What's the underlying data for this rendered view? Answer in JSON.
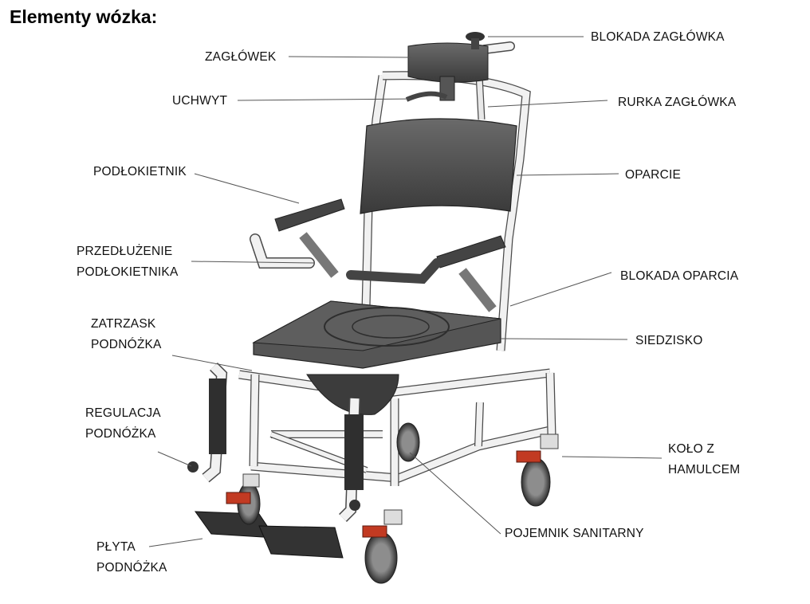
{
  "title": "Elementy wózka:",
  "labels": {
    "headrest": "ZAGŁÓWEK",
    "headrest_lock": "BLOKADA ZAGŁÓWKA",
    "handle": "UCHWYT",
    "headrest_tube": "RURKA ZAGŁÓWKA",
    "armrest": "PODŁOKIETNIK",
    "backrest": "OPARCIE",
    "armrest_ext_1": "PRZEDŁUŻENIE",
    "armrest_ext_2": "PODŁOKIETNIKA",
    "backrest_lock": "BLOKADA OPARCIA",
    "footrest_latch_1": "ZATRZASK",
    "footrest_latch_2": "PODNÓŻKA",
    "seat": "SIEDZISKO",
    "footrest_adj_1": "REGULACJA",
    "footrest_adj_2": "PODNÓŻKA",
    "wheel_brake_1": "KOŁO Z",
    "wheel_brake_2": "HAMULCEM",
    "sanitary_container": "POJEMNIK SANITARNY",
    "footplate_1": "PŁYTA",
    "footplate_2": "PODNÓŻKA"
  },
  "colors": {
    "frame": "#f1f1f1",
    "frame_stroke": "#4a4a4a",
    "upholstery": "#4b4b4b",
    "brake": "#c23a22",
    "leader": "#555555"
  }
}
